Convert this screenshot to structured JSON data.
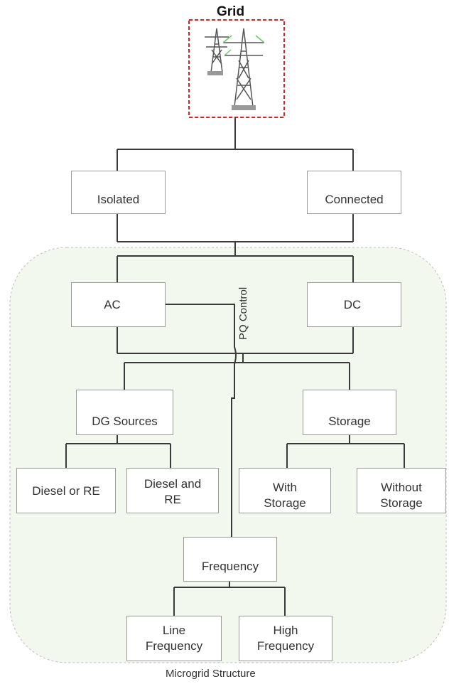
{
  "title": "Grid",
  "caption": "Microgrid Structure",
  "modes": {
    "isolated": "Isolated",
    "connected": "Connected"
  },
  "control": {
    "pq": "PQ Control"
  },
  "buses": {
    "ac": "AC",
    "dc": "DC"
  },
  "sources": {
    "dg": "DG Sources",
    "diesel_or_re": "Diesel or RE",
    "diesel_and_re": [
      "Diesel and",
      "RE"
    ]
  },
  "storage": {
    "label": "Storage",
    "with": [
      "With",
      "Storage"
    ],
    "without": [
      "Without",
      "Storage"
    ]
  },
  "frequency": {
    "label": "Frequency",
    "line": [
      "Line",
      "Frequency"
    ],
    "high": [
      "High",
      "Frequency"
    ]
  },
  "colors": {
    "line": "#3a3a3a",
    "region_fill": "#f2f8ee",
    "region_border": "#bdbdbd",
    "grid_frame": "#cc2a2a",
    "tower": "#555555",
    "box_border": "#9a9a9a"
  },
  "icons": [
    "transmission-tower-icon",
    "open-switch-icon",
    "closed-switch-icon",
    "transformer-icon",
    "converter-icon",
    "wind-turbine-icon",
    "house-icon",
    "generator-icon",
    "battery-icon",
    "sine-wave-icon"
  ]
}
